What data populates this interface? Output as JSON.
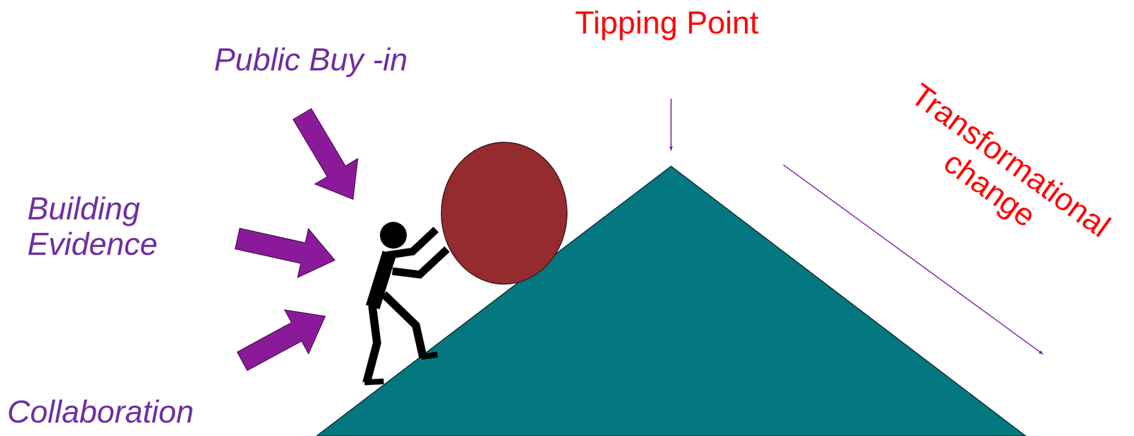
{
  "diagram": {
    "labels": [
      "Tipping Point",
      "Public Buy -in",
      "Building Evidence",
      "Transformational change",
      "Collaboration"
    ]
  }
}
